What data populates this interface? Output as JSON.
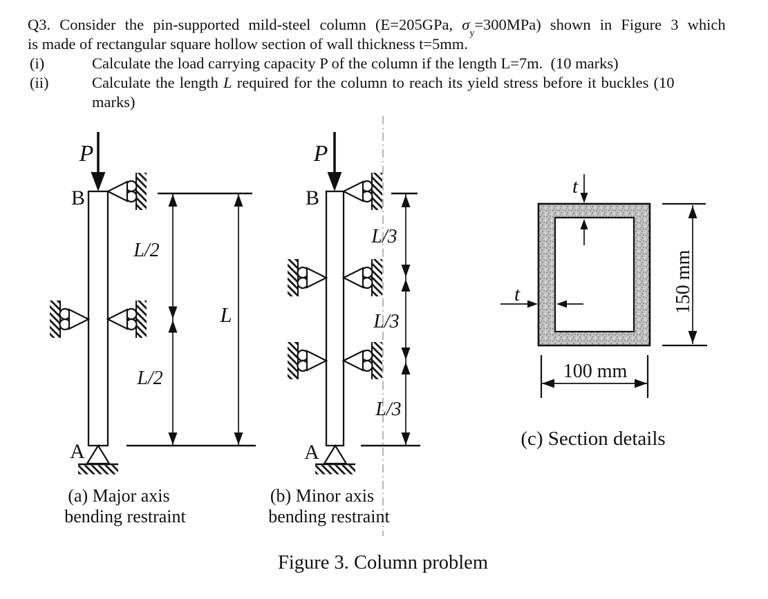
{
  "question": {
    "line1_a": "Q3. Consider the pin-supported mild-steel column (E=205GPa, ",
    "line1_sigma": "σ",
    "line1_sigma_sub": "y",
    "line1_b": "=300MPa) shown in Figure 3 which",
    "line2": "is made of rectangular square hollow section of wall thickness t=5mm.",
    "item_i_num": "(i)",
    "item_i_text": "Calculate the load carrying capacity P of the column if the length L=7m.  (10 marks)",
    "item_ii_num": "(ii)",
    "item_ii_a": "Calculate the length ",
    "item_ii_var": "L",
    "item_ii_b": " required for the column to reach its yield stress before it buckles (10",
    "item_ii_cont": "marks)"
  },
  "figure": {
    "caption": "Figure 3. Column problem",
    "diagram_a": {
      "load": "P",
      "node_top": "B",
      "node_bottom": "A",
      "seg_top": "L/2",
      "seg_bottom": "L/2",
      "total": "L",
      "cap1": "(a) Major axis",
      "cap2": "bending restraint"
    },
    "diagram_b": {
      "load": "P",
      "node_top": "B",
      "node_bottom": "A",
      "seg1": "L/3",
      "seg2": "L/3",
      "seg3": "L/3",
      "cap1": "(b) Minor axis",
      "cap2": "bending restraint"
    },
    "diagram_c": {
      "thickness_top": "t",
      "thickness_left": "t",
      "height_dim": "150 mm",
      "width_dim": "100 mm",
      "caption": "(c) Section details"
    }
  },
  "colors": {
    "ink": "#111111",
    "wall_gray": "#c2c2c2",
    "centerline": "#8f8f8f"
  }
}
